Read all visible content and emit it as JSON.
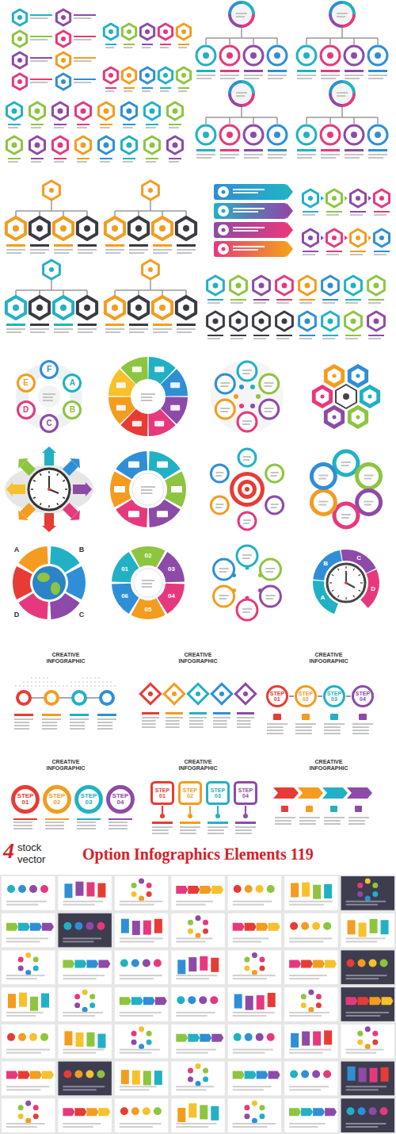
{
  "diagram": {
    "title": "Option Infographics Elements 119",
    "nodes": [
      {
        "text": [
          "A"
        ]
      },
      {
        "text": [
          "B"
        ]
      },
      {
        "text": [
          "C"
        ]
      },
      {
        "text": [
          "D"
        ]
      },
      {
        "text": [
          "E"
        ]
      },
      {
        "text": [
          "F"
        ]
      },
      {
        "text": [
          "STEP 01"
        ]
      },
      {
        "text": [
          "STEP 02"
        ]
      },
      {
        "text": [
          "STEP 03"
        ]
      },
      {
        "text": [
          "STEP 04"
        ]
      },
      {
        "text": [
          "STEP 01"
        ]
      },
      {
        "text": [
          "STEP 02"
        ]
      },
      {
        "text": [
          "STEP 03"
        ]
      },
      {
        "text": [
          "STEP 04"
        ]
      },
      {
        "text": [
          "STEP 01"
        ]
      },
      {
        "text": [
          "STEP 02"
        ]
      },
      {
        "text": [
          "STEP 03"
        ]
      },
      {
        "text": [
          "STEP 04"
        ]
      }
    ],
    "edges": [
      {
        "from": 6,
        "to": 7,
        "arrow": "none"
      },
      {
        "from": 7,
        "to": 8,
        "arrow": "none"
      },
      {
        "from": 8,
        "to": 9,
        "arrow": "none"
      }
    ],
    "labels": [
      "A",
      "B",
      "C",
      "D",
      "01",
      "02",
      "03",
      "04",
      "05",
      "06",
      "A",
      "B",
      "C",
      "D",
      "CREATIVE INFOGRAPHIC",
      "CREATIVE INFOGRAPHIC",
      "CREATIVE INFOGRAPHIC",
      "CREATIVE INFOGRAPHIC",
      "CREATIVE INFOGRAPHIC",
      "CREATIVE INFOGRAPHIC",
      "4",
      "stock",
      "vector"
    ]
  }
}
